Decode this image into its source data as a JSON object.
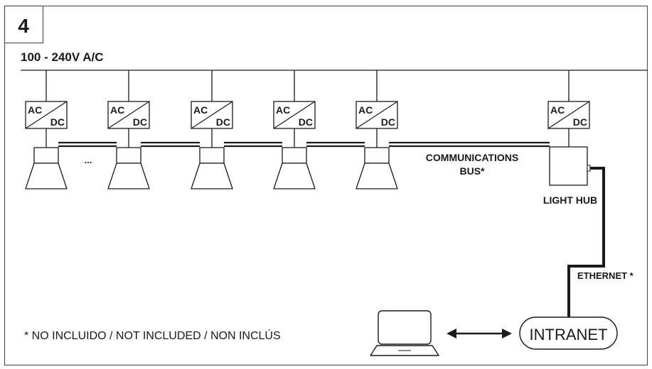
{
  "figure": {
    "number": "4",
    "supply": "100 - 240V A/C",
    "converter": {
      "top": "AC",
      "bottom": "DC"
    },
    "ellipsis": "...",
    "bus": {
      "line1": "COMMUNICATIONS",
      "line2": "BUS*"
    },
    "hub": "LIGHT HUB",
    "ethernet": "ETHERNET *",
    "intranet": "INTRANET",
    "footnote": "* NO INCLUIDO / NOT INCLUDED / NON INCLÚS"
  },
  "colors": {
    "ink": "#1a1a1a",
    "frame": "#555555"
  },
  "icons": [
    "ac-dc-converter-icon",
    "spotlight-icon",
    "light-hub-icon",
    "laptop-icon",
    "double-arrow-icon"
  ]
}
